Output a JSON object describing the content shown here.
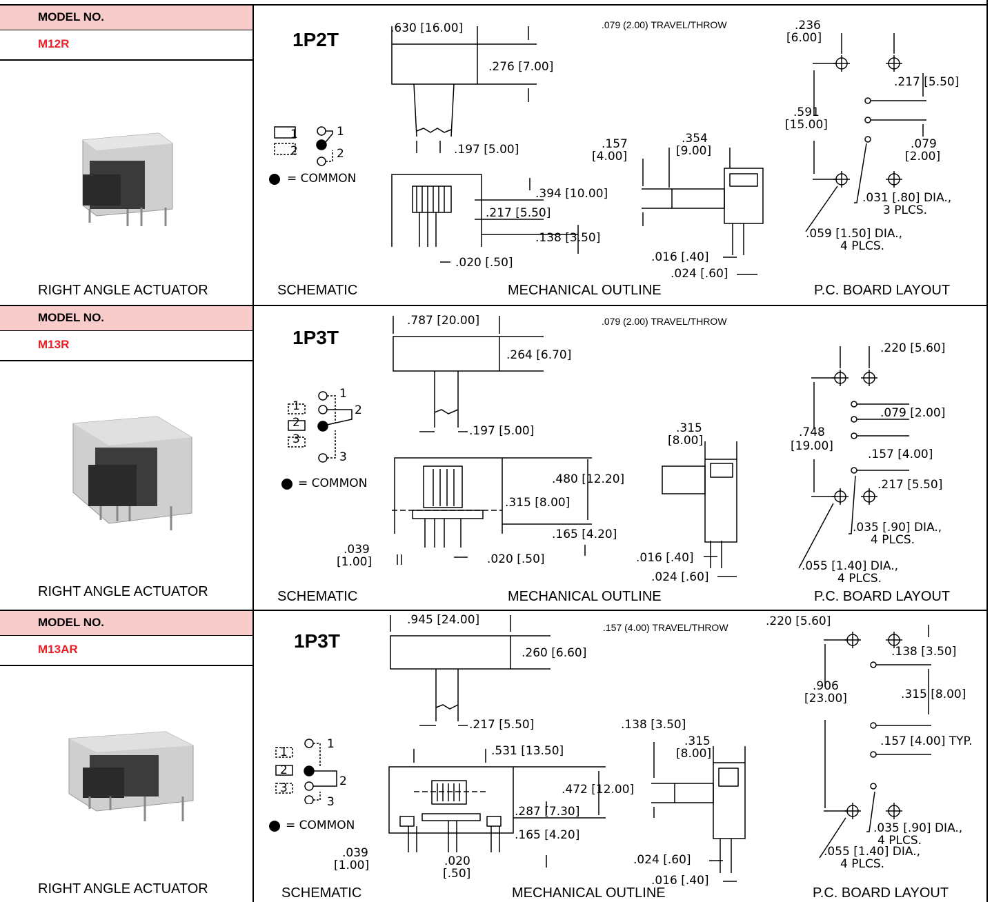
{
  "header_label": "MODEL NO.",
  "common_label": "= COMMON",
  "captions": {
    "actuator": "RIGHT ANGLE ACTUATOR",
    "schematic": "SCHEMATIC",
    "mechanical": "MECHANICAL OUTLINE",
    "pcb": "P.C. BOARD LAYOUT"
  },
  "models": [
    {
      "header": "MODEL NO.",
      "model": "M12R",
      "type": "1P2T",
      "travel": ".079 (2.00) TRAVEL/THROW",
      "schematic": {
        "boxes": [
          "1",
          "2"
        ],
        "terminals": [
          "1",
          "2"
        ]
      },
      "dims": {
        "width": ".630 [16.00]",
        "height": ".276 [7.00]",
        "actuator": ".197 [5.00]",
        "body": ".394 [10.00]",
        "mid": ".217 [5.50]",
        "pin": ".138 [3.50]",
        "pin_w": ".020 [.50]",
        "side_a_top": ".157",
        "side_a_bot": "[4.00]",
        "side_b_top": ".354",
        "side_b_bot": "[9.00]",
        "side_c": ".016 [.40]",
        "side_d": ".024 [.60]",
        "pcb_a_top": ".236",
        "pcb_a_bot": "[6.00]",
        "pcb_b": ".217 [5.50]",
        "pcb_c_top": ".591",
        "pcb_c_bot": "[15.00]",
        "pcb_d_top": ".079",
        "pcb_d_bot": "[2.00]",
        "pcb_e_top": ".031 [.80] DIA.,",
        "pcb_e_bot": "3 PLCS.",
        "pcb_f_top": ".059 [1.50] DIA.,",
        "pcb_f_bot": "4 PLCS."
      }
    },
    {
      "header": "MODEL NO.",
      "model": "M13R",
      "type": "1P3T",
      "travel": ".079 (2.00) TRAVEL/THROW",
      "schematic": {
        "boxes": [
          "1",
          "2",
          "3"
        ],
        "terminals": [
          "1",
          "2",
          "3"
        ]
      },
      "dims": {
        "width": ".787 [20.00]",
        "height": ".264 [6.70]",
        "actuator": ".197 [5.00]",
        "body": ".480 [12.20]",
        "mid": ".315 [8.00]",
        "pin": ".165 [4.20]",
        "pin_w": ".020 [.50]",
        "lead_top": ".039",
        "lead_bot": "[1.00]",
        "side_b_top": ".315",
        "side_b_bot": "[8.00]",
        "side_c": ".016 [.40]",
        "side_d": ".024 [.60]",
        "pcb_a": ".220 [5.60]",
        "pcb_b": ".079 [2.00]",
        "pcb_b2": ".157 [4.00]",
        "pcb_b3": ".217 [5.50]",
        "pcb_c_top": ".748",
        "pcb_c_bot": "[19.00]",
        "pcb_e_top": ".035 [.90] DIA.,",
        "pcb_e_bot": "4 PLCS.",
        "pcb_f_top": ".055 [1.40] DIA.,",
        "pcb_f_bot": "4 PLCS."
      }
    },
    {
      "header": "MODEL NO.",
      "model": "M13AR",
      "type": "1P3T",
      "travel": ".157 (4.00) TRAVEL/THROW",
      "schematic": {
        "boxes": [
          "1",
          "2",
          "3"
        ],
        "terminals": [
          "1",
          "2",
          "3"
        ]
      },
      "dims": {
        "width": ".945 [24.00]",
        "height": ".260 [6.60]",
        "actuator": ".217 [5.50]",
        "inner": ".531 [13.50]",
        "body": ".472 [12.00]",
        "mid": ".287 [7.30]",
        "pin": ".165 [4.20]",
        "pin_w_top": ".020",
        "pin_w_bot": "[.50]",
        "lead_top": ".039",
        "lead_bot": "[1.00]",
        "side_a": ".138 [3.50]",
        "side_b_top": ".315",
        "side_b_bot": "[8.00]",
        "side_c": ".024 [.60]",
        "side_d": ".016 [.40]",
        "pcb_a": ".220 [5.60]",
        "pcb_b": ".138 [3.50]",
        "pcb_b2": ".315 [8.00]",
        "pcb_b3": ".157 [4.00] TYP.",
        "pcb_c_top": ".906",
        "pcb_c_bot": "[23.00]",
        "pcb_e_top": ".035 [.90] DIA.,",
        "pcb_e_bot": "4 PLCS.",
        "pcb_f_top": ".055 [1.40] DIA.,",
        "pcb_f_bot": "4 PLCS."
      }
    }
  ]
}
